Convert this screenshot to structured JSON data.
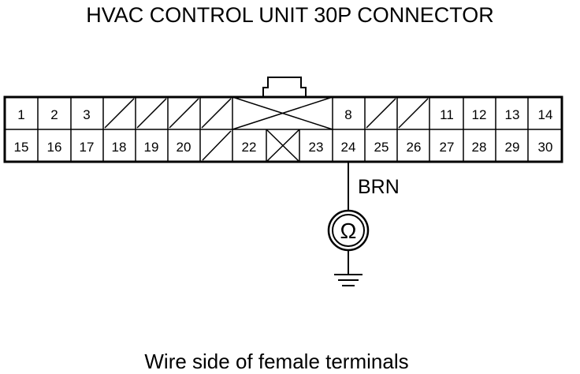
{
  "title": "HVAC CONTROL UNIT 30P CONNECTOR",
  "caption": "Wire side of female terminals",
  "wire_color": "BRN",
  "meter_symbol": "Ω",
  "connector": {
    "top_row": [
      "1",
      "2",
      "3",
      "",
      "",
      "",
      "",
      "",
      "",
      "",
      "8",
      "",
      "",
      "11",
      "12",
      "13",
      "14"
    ],
    "bottom_row": [
      "15",
      "16",
      "17",
      "18",
      "19",
      "20",
      "",
      "22",
      "",
      "23",
      "24",
      "25",
      "26",
      "27",
      "28",
      "29",
      "30"
    ],
    "probed_terminal": "24"
  },
  "icons": {
    "ohmmeter": "ohmmeter-icon",
    "ground": "ground-icon",
    "latch": "connector-latch-icon"
  }
}
